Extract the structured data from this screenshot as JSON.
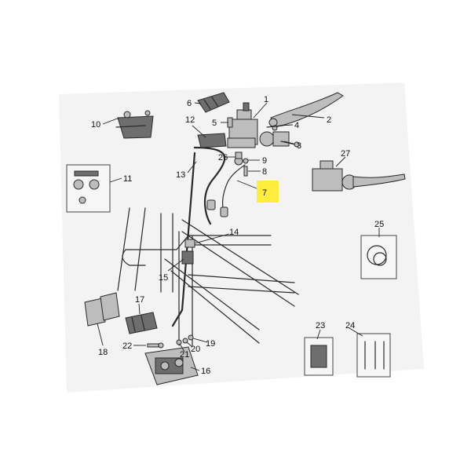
{
  "highlight": {
    "label": "7",
    "color": "#ffec3d"
  },
  "callouts": [
    "1",
    "2",
    "3",
    "4",
    "5",
    "6",
    "8",
    "9",
    "10",
    "11",
    "12",
    "13",
    "14",
    "15",
    "16",
    "17",
    "18",
    "19",
    "20",
    "21",
    "22",
    "23",
    "24",
    "25",
    "26",
    "27"
  ],
  "colors": {
    "paper": "#f3f3f3",
    "ink": "#2a2a2a",
    "part": "#bdbdbd"
  }
}
